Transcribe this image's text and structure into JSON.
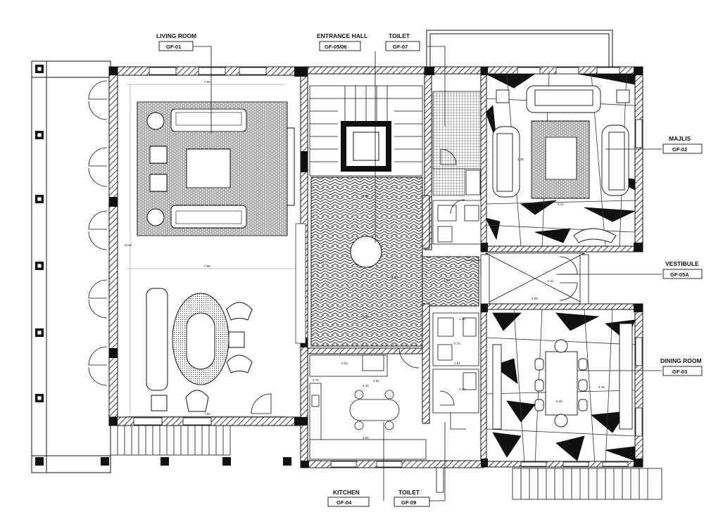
{
  "rooms": [
    {
      "id": "living",
      "name": "LIVING ROOM",
      "code": "GF-01"
    },
    {
      "id": "entrance",
      "name": "ENTRANCE HALL",
      "code": "GF-05/06"
    },
    {
      "id": "toilet07",
      "name": "TOILET",
      "code": "GF-07"
    },
    {
      "id": "majlis",
      "name": "MAJLIS",
      "code": "GF-02"
    },
    {
      "id": "vestibule",
      "name": "VESTIBULE",
      "code": "GF-05A"
    },
    {
      "id": "dining",
      "name": "DINING ROOM",
      "code": "GF-03"
    },
    {
      "id": "kitchen",
      "name": "KITCHEN",
      "code": "GF-04"
    },
    {
      "id": "toilet09",
      "name": "TOILET",
      "code": "GF-09"
    }
  ],
  "dimensions": {
    "living_w": "7.80",
    "living_mid": "7.86",
    "living_bottom": "7.80",
    "living_h": "12.54",
    "hall_w": "3.25",
    "hall_center": "4.80",
    "hall_low": "3.80",
    "kitchen_top": "4.42",
    "kitchen_mid": "4.31",
    "kitchen_bot": "4.20",
    "kitchen_side": "0.70",
    "kitchen_a": "0.32",
    "majlis_w": "5.44",
    "majlis_h": "4.38",
    "vest": "2.21",
    "vest_b": "3.08",
    "t1": "1.35",
    "t2": "0.72",
    "t3": "1.64",
    "t4": "1.39",
    "d1": "5.44",
    "d2": "4.46",
    "d3": "1.33",
    "gen": "1.77"
  }
}
